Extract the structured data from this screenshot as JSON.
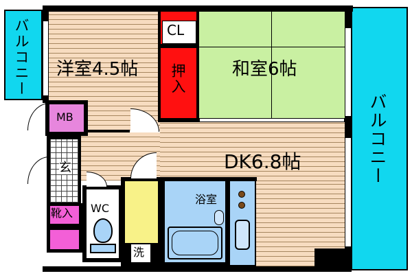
{
  "rooms": {
    "western_room": "洋室4.5帖",
    "japanese_room": "和室6帖",
    "dining_kitchen": "DK6.8帖",
    "closet": "CL",
    "oshiire": "押入",
    "meter_box": "MB",
    "entrance": "玄",
    "shoe_storage": "靴入",
    "toilet": "WC",
    "bathroom": "浴室",
    "washing": "洗"
  },
  "balconies": {
    "left": "バルコニー",
    "right": "バルコニー"
  },
  "colors": {
    "balcony": "#11d7ef",
    "tatami": "#c9f0a2",
    "flooring": "#f7dcc0",
    "closet": "#ff1010",
    "shoe_storage": "#f35fd7",
    "meter_box": "#e786dd",
    "bathroom": "#a9d4f7",
    "washing": "#f8f288"
  }
}
